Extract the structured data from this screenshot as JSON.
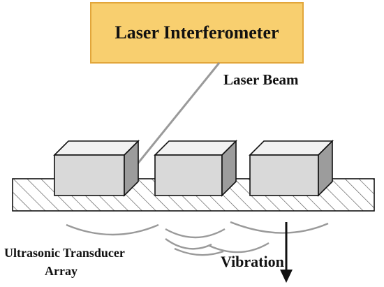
{
  "title": "Laser Interferometer",
  "labels": {
    "laser_beam": "Laser Beam",
    "array_line1": "Ultrasonic Transducer",
    "array_line2": "Array",
    "vibration": "Vibration"
  },
  "colors": {
    "interferometer_fill": "#f8cf6f",
    "interferometer_border": "#e2a63b",
    "beam": "#9a9a9a",
    "transducer_front": "#d9d9d9",
    "transducer_top": "#f2f2f2",
    "transducer_side": "#9c9c9c",
    "hatch": "#555555",
    "wave": "#9a9a9a",
    "outline": "#111111"
  },
  "components": {
    "transducer_count": 3,
    "wave_count": 6
  }
}
